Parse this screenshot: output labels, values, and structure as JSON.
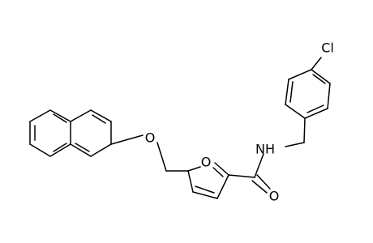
{
  "structure": {
    "atoms": {
      "chlorine": "Cl",
      "amide_nitrogen": "NH",
      "furan_oxygen": "O",
      "carbonyl_oxygen": "O",
      "ether_oxygen": "O"
    }
  }
}
